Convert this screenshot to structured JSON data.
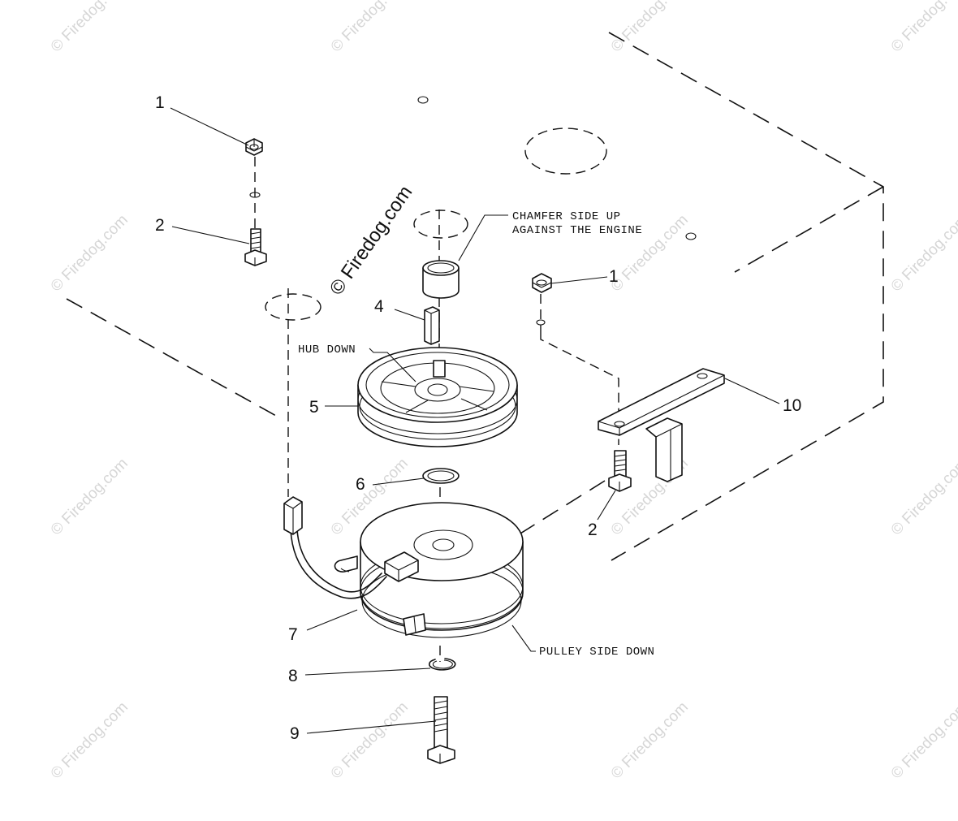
{
  "watermark": {
    "text": "© Firedog.com",
    "main_text": "© Firedog.com"
  },
  "labels": {
    "part1_left": "1",
    "part2_left": "2",
    "part1_right": "1",
    "part2_right": "2",
    "part4": "4",
    "part5": "5",
    "part6": "6",
    "part7": "7",
    "part8": "8",
    "part9": "9",
    "part10": "10"
  },
  "notes": {
    "chamfer_line1": "CHAMFER SIDE UP",
    "chamfer_line2": "AGAINST THE ENGINE",
    "hub_down": "HUB DOWN",
    "pulley_side_down": "PULLEY SIDE DOWN"
  }
}
